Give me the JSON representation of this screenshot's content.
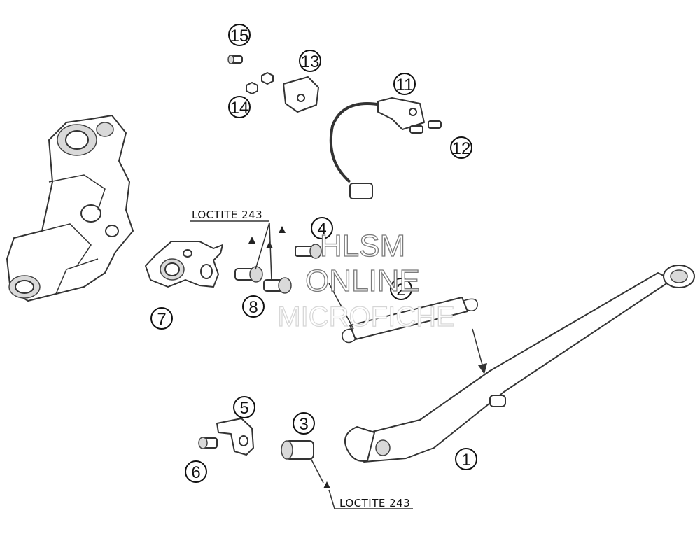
{
  "callouts": [
    {
      "label": "1"
    },
    {
      "label": "2"
    },
    {
      "label": "3"
    },
    {
      "label": "4"
    },
    {
      "label": "5"
    },
    {
      "label": "6"
    },
    {
      "label": "7"
    },
    {
      "label": "8"
    },
    {
      "label": "11"
    },
    {
      "label": "12"
    },
    {
      "label": "13"
    },
    {
      "label": "14"
    },
    {
      "label": "15"
    }
  ],
  "notes": {
    "loctite_top": "LOCTITE 243",
    "loctite_bottom": "LOCTITE 243"
  },
  "watermark": {
    "line1": "HLSM",
    "line2": "ONLINE",
    "line3": "MICROFICHE"
  }
}
